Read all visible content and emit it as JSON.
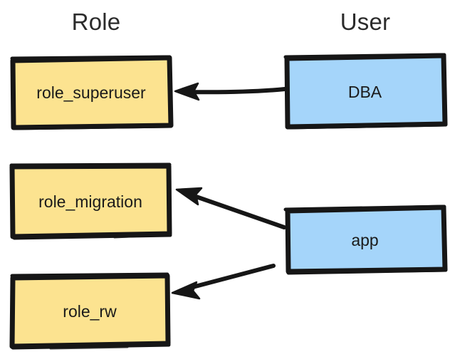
{
  "diagram": {
    "title_columns": [
      {
        "id": "role",
        "label": "Role"
      },
      {
        "id": "user",
        "label": "User"
      }
    ],
    "colors": {
      "role_fill": "#FCE390",
      "user_fill": "#A5D5FA",
      "stroke": "#161616",
      "text": "#1a1a1a",
      "header_text": "#2b2b2b",
      "background": "#ffffff"
    },
    "nodes": [
      {
        "id": "role_superuser",
        "label": "role_superuser",
        "column": "role",
        "kind": "role"
      },
      {
        "id": "role_migration",
        "label": "role_migration",
        "column": "role",
        "kind": "role"
      },
      {
        "id": "role_rw",
        "label": "role_rw",
        "column": "role",
        "kind": "role"
      },
      {
        "id": "dba",
        "label": "DBA",
        "column": "user",
        "kind": "user"
      },
      {
        "id": "app",
        "label": "app",
        "column": "user",
        "kind": "user"
      }
    ],
    "edges": [
      {
        "id": "dba-to-superuser",
        "from": "dba",
        "to": "role_superuser",
        "arrow": "to"
      },
      {
        "id": "app-to-migration",
        "from": "app",
        "to": "role_migration",
        "arrow": "to"
      },
      {
        "id": "app-to-rw",
        "from": "app",
        "to": "role_rw",
        "arrow": "to"
      }
    ]
  }
}
